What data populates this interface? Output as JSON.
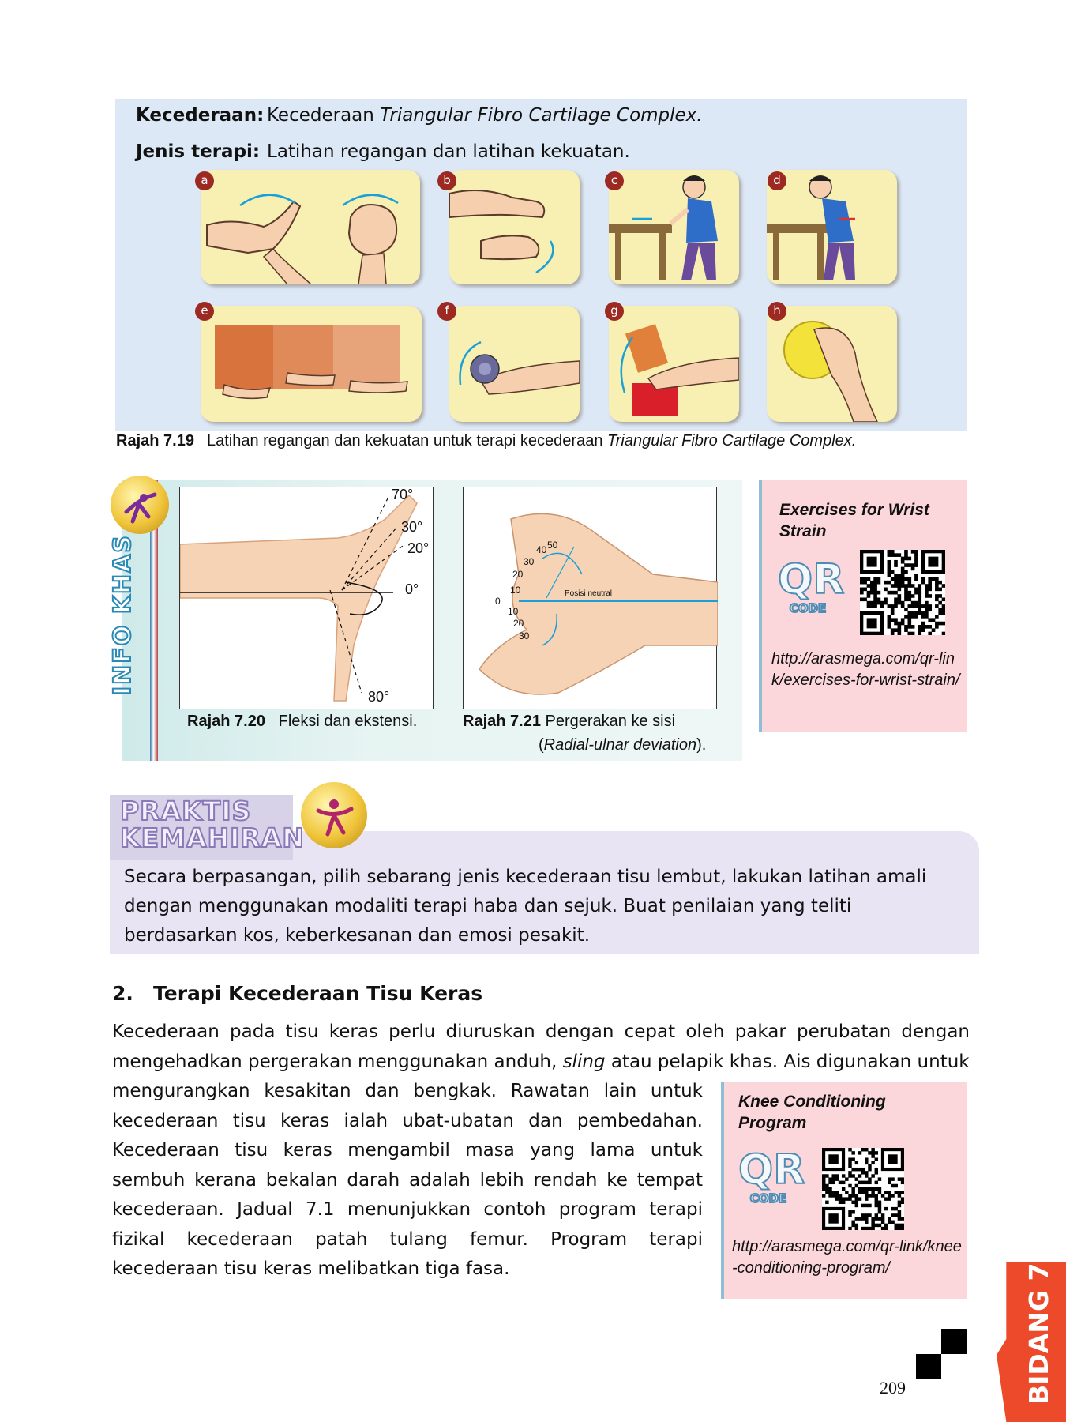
{
  "exercise_box": {
    "injury_label": "Kecederaan",
    "injury_value_prefix": "Kecederaan ",
    "injury_value_italic": "Triangular Fibro Cartilage Complex.",
    "therapy_label": "Jenis terapi",
    "therapy_value": "Latihan regangan dan latihan kekuatan.",
    "panels": [
      "a",
      "b",
      "c",
      "d",
      "e",
      "f",
      "g",
      "h"
    ]
  },
  "caption_719": {
    "label": "Rajah 7.19",
    "text": "Latihan regangan dan kekuatan untuk terapi kecederaan ",
    "italic": "Triangular Fibro Cartilage Complex."
  },
  "info_khas": {
    "title": "INFO KHAS",
    "fig720": {
      "angles": [
        "70°",
        "30°",
        "20°",
        "0°",
        "80°"
      ],
      "caption_label": "Rajah 7.20",
      "caption_text": "Fleksi dan ekstensi."
    },
    "fig721": {
      "upper_ticks": [
        "50",
        "40",
        "30",
        "20",
        "10"
      ],
      "zero": "0",
      "lower_ticks": [
        "10",
        "20",
        "30"
      ],
      "neutral_label": "Posisi neutral",
      "caption_label": "Rajah 7.21",
      "caption_text": "Pergerakan ke sisi",
      "caption_line2_open": "(",
      "caption_line2_italic": "Radial-ulnar deviation",
      "caption_line2_close": ")."
    }
  },
  "qr_wrist": {
    "title": "Exercises for Wrist Strain",
    "url": "http://arasmega.com/qr-link/exercises-for-wrist-strain/",
    "logo_top": "QR",
    "logo_bottom": "CODE"
  },
  "praktis": {
    "title_line1": "PRAKTIS",
    "title_line2": "KEMAHIRAN",
    "text": "Secara berpasangan, pilih sebarang jenis kecederaan tisu lembut, lakukan latihan amali dengan menggunakan modaliti terapi haba dan sejuk.  Buat penilaian yang teliti berdasarkan kos, keberkesanan dan emosi pesakit."
  },
  "section2": {
    "number": "2.",
    "title": "Terapi Kecederaan Tisu Keras",
    "para_top_1": "Kecederaan pada tisu keras perlu diuruskan dengan cepat oleh pakar perubatan dengan mengehadkan pergerakan menggunakan anduh, ",
    "para_top_italic": "sling",
    "para_top_2": " atau pelapik khas. Ais digunakan untuk",
    "para_side": "mengurangkan kesakitan dan bengkak. Rawatan lain untuk kecederaan tisu keras ialah ubat-ubatan dan pembedahan. Kecederaan tisu keras mengambil masa yang lama untuk sembuh kerana bekalan darah adalah lebih rendah ke tempat kecederaan. Jadual 7.1 menunjukkan contoh program terapi fizikal kecederaan patah tulang femur. Program terapi kecederaan tisu keras melibatkan tiga fasa."
  },
  "qr_knee": {
    "title": "Knee Conditioning Program",
    "url": "http://arasmega.com/qr-link/knee-conditioning-program/",
    "logo_top": "QR",
    "logo_bottom": "CODE"
  },
  "side_tab": {
    "text": "BIDANG 7"
  },
  "page_number": "209",
  "colors": {
    "exercise_bg": "#dde8f6",
    "panel_bg": "#f8efb2",
    "badge": "#9c2a22",
    "arrow": "#1aa0d8",
    "qr_box_bg": "#fbd6da",
    "praktis_bg": "#e8e4f3",
    "bidang_tab": "#ec4a2a"
  }
}
